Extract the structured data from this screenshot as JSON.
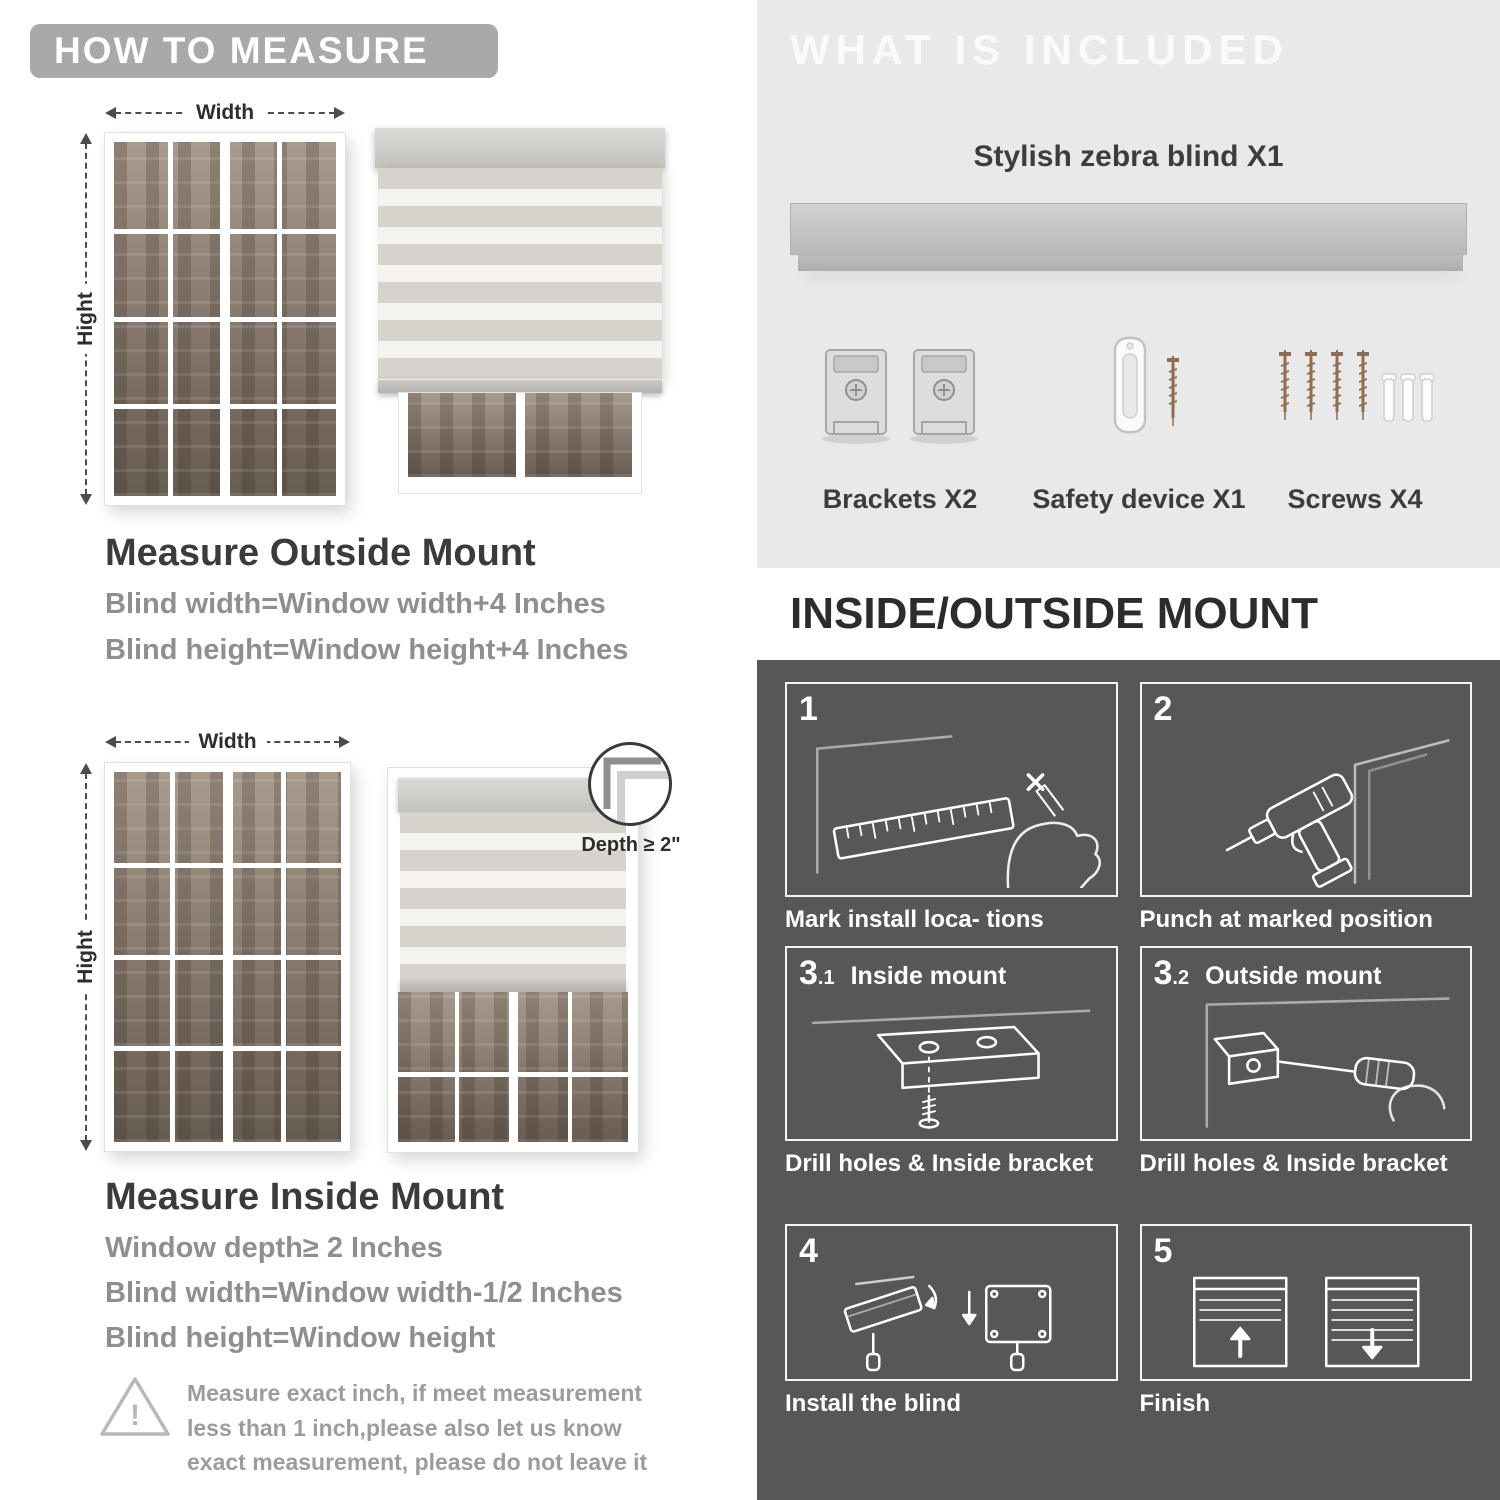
{
  "colors": {
    "header_pill_bg": "#a9a9a9",
    "light_section_bg": "#e9e9e9",
    "dark_section_bg": "#575757",
    "heading_text": "#3b3b3b",
    "muted_text": "#8f8f8f",
    "screw_bronze": "#8d6e52"
  },
  "how_to_measure": {
    "header": "HOW TO MEASURE",
    "outside": {
      "width_label": "Width",
      "height_label": "Hight",
      "title": "Measure Outside Mount",
      "line1": "Blind width=Window width+4 Inches",
      "line2": "Blind height=Window height+4 Inches"
    },
    "inside": {
      "width_label": "Width",
      "height_label": "Hight",
      "depth_label": "Depth ≥ 2\"",
      "title": "Measure Inside Mount",
      "line1": "Window depth≥ 2 Inches",
      "line2": "Blind width=Window width-1/2 Inches",
      "line3": "Blind height=Window height"
    },
    "warning": {
      "icon_mark": "!",
      "text": "Measure exact inch, if meet measurement less than 1 inch,please also let us know exact measurement, please do not leave it"
    }
  },
  "included": {
    "header": "WHAT IS INCLUDED",
    "blind_label": "Stylish zebra blind X1",
    "items": [
      {
        "label": "Brackets X2"
      },
      {
        "label": "Safety device X1"
      },
      {
        "label": "Screws X4"
      }
    ]
  },
  "mount": {
    "header": "INSIDE/OUTSIDE MOUNT",
    "steps": [
      {
        "num": "1",
        "sub": "",
        "title": "",
        "caption": "Mark install loca- tions"
      },
      {
        "num": "2",
        "sub": "",
        "title": "",
        "caption": "Punch at  marked position"
      },
      {
        "num": "3",
        "sub": ".1",
        "title": "Inside mount",
        "caption": "Drill holes &  Inside bracket"
      },
      {
        "num": "3",
        "sub": ".2",
        "title": "Outside mount",
        "caption": "Drill holes &  Inside bracket"
      },
      {
        "num": "4",
        "sub": "",
        "title": "",
        "caption": "Install the blind"
      },
      {
        "num": "5",
        "sub": "",
        "title": "",
        "caption": "Finish"
      }
    ]
  }
}
